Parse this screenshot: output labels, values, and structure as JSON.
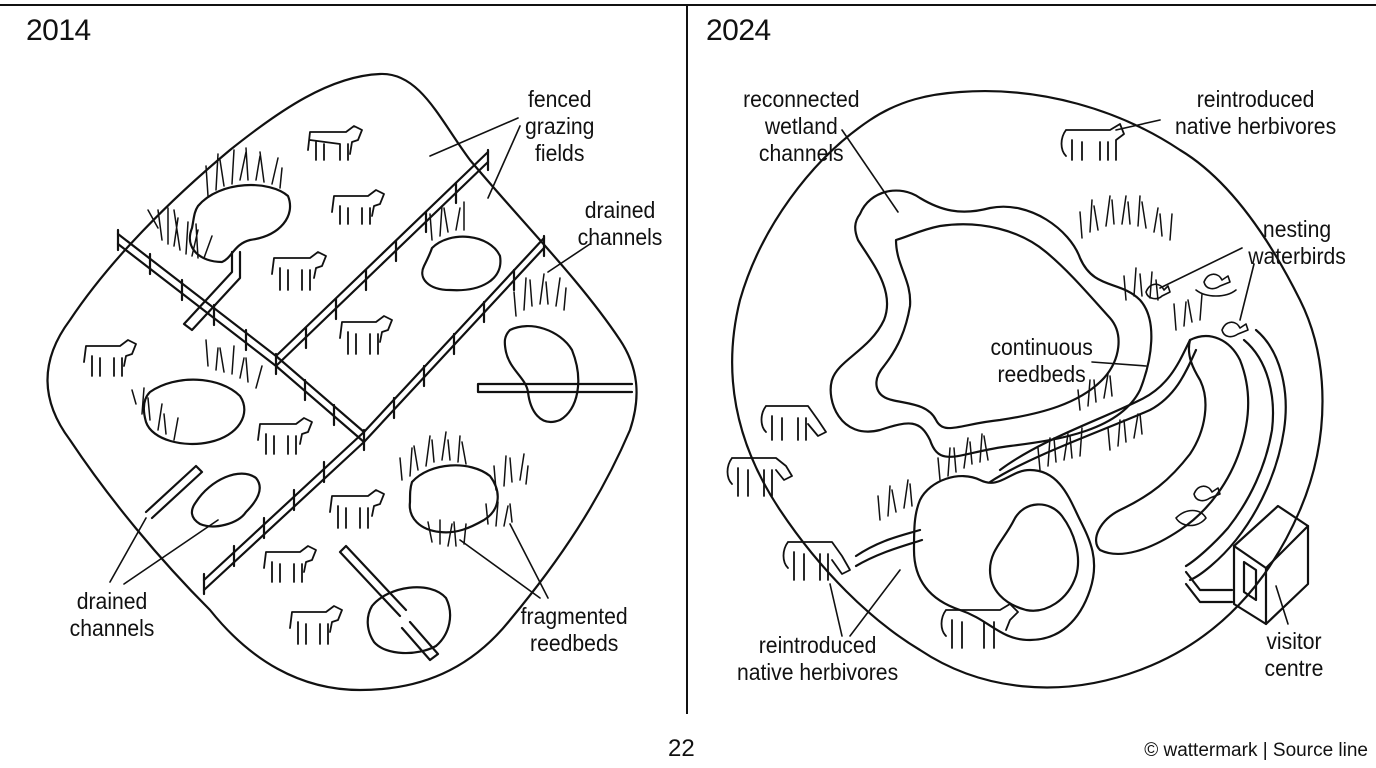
{
  "panels": {
    "before": {
      "year": "2014",
      "labels": {
        "fenced_fields": "fenced\ngrazing\nfields",
        "drained_channels_right": "drained\nchannels",
        "drained_channels_left": "drained\nchannels",
        "fragmented_reedbeds": "fragmented\nreedbeds"
      }
    },
    "after": {
      "year": "2024",
      "labels": {
        "reconnected_channels": "reconnected\nwetland\nchannels",
        "herbivores_top": "reintroduced\nnative herbivores",
        "nesting_waterbirds": "nesting\nwaterbirds",
        "continuous_reedbeds": "continuous\nreedbeds",
        "herbivores_bottom": "reintroduced\nnative herbivores",
        "visitor_centre": "visitor\ncentre"
      }
    }
  },
  "footer": {
    "page_number": "22",
    "credit": "© wattermark | Source line"
  }
}
